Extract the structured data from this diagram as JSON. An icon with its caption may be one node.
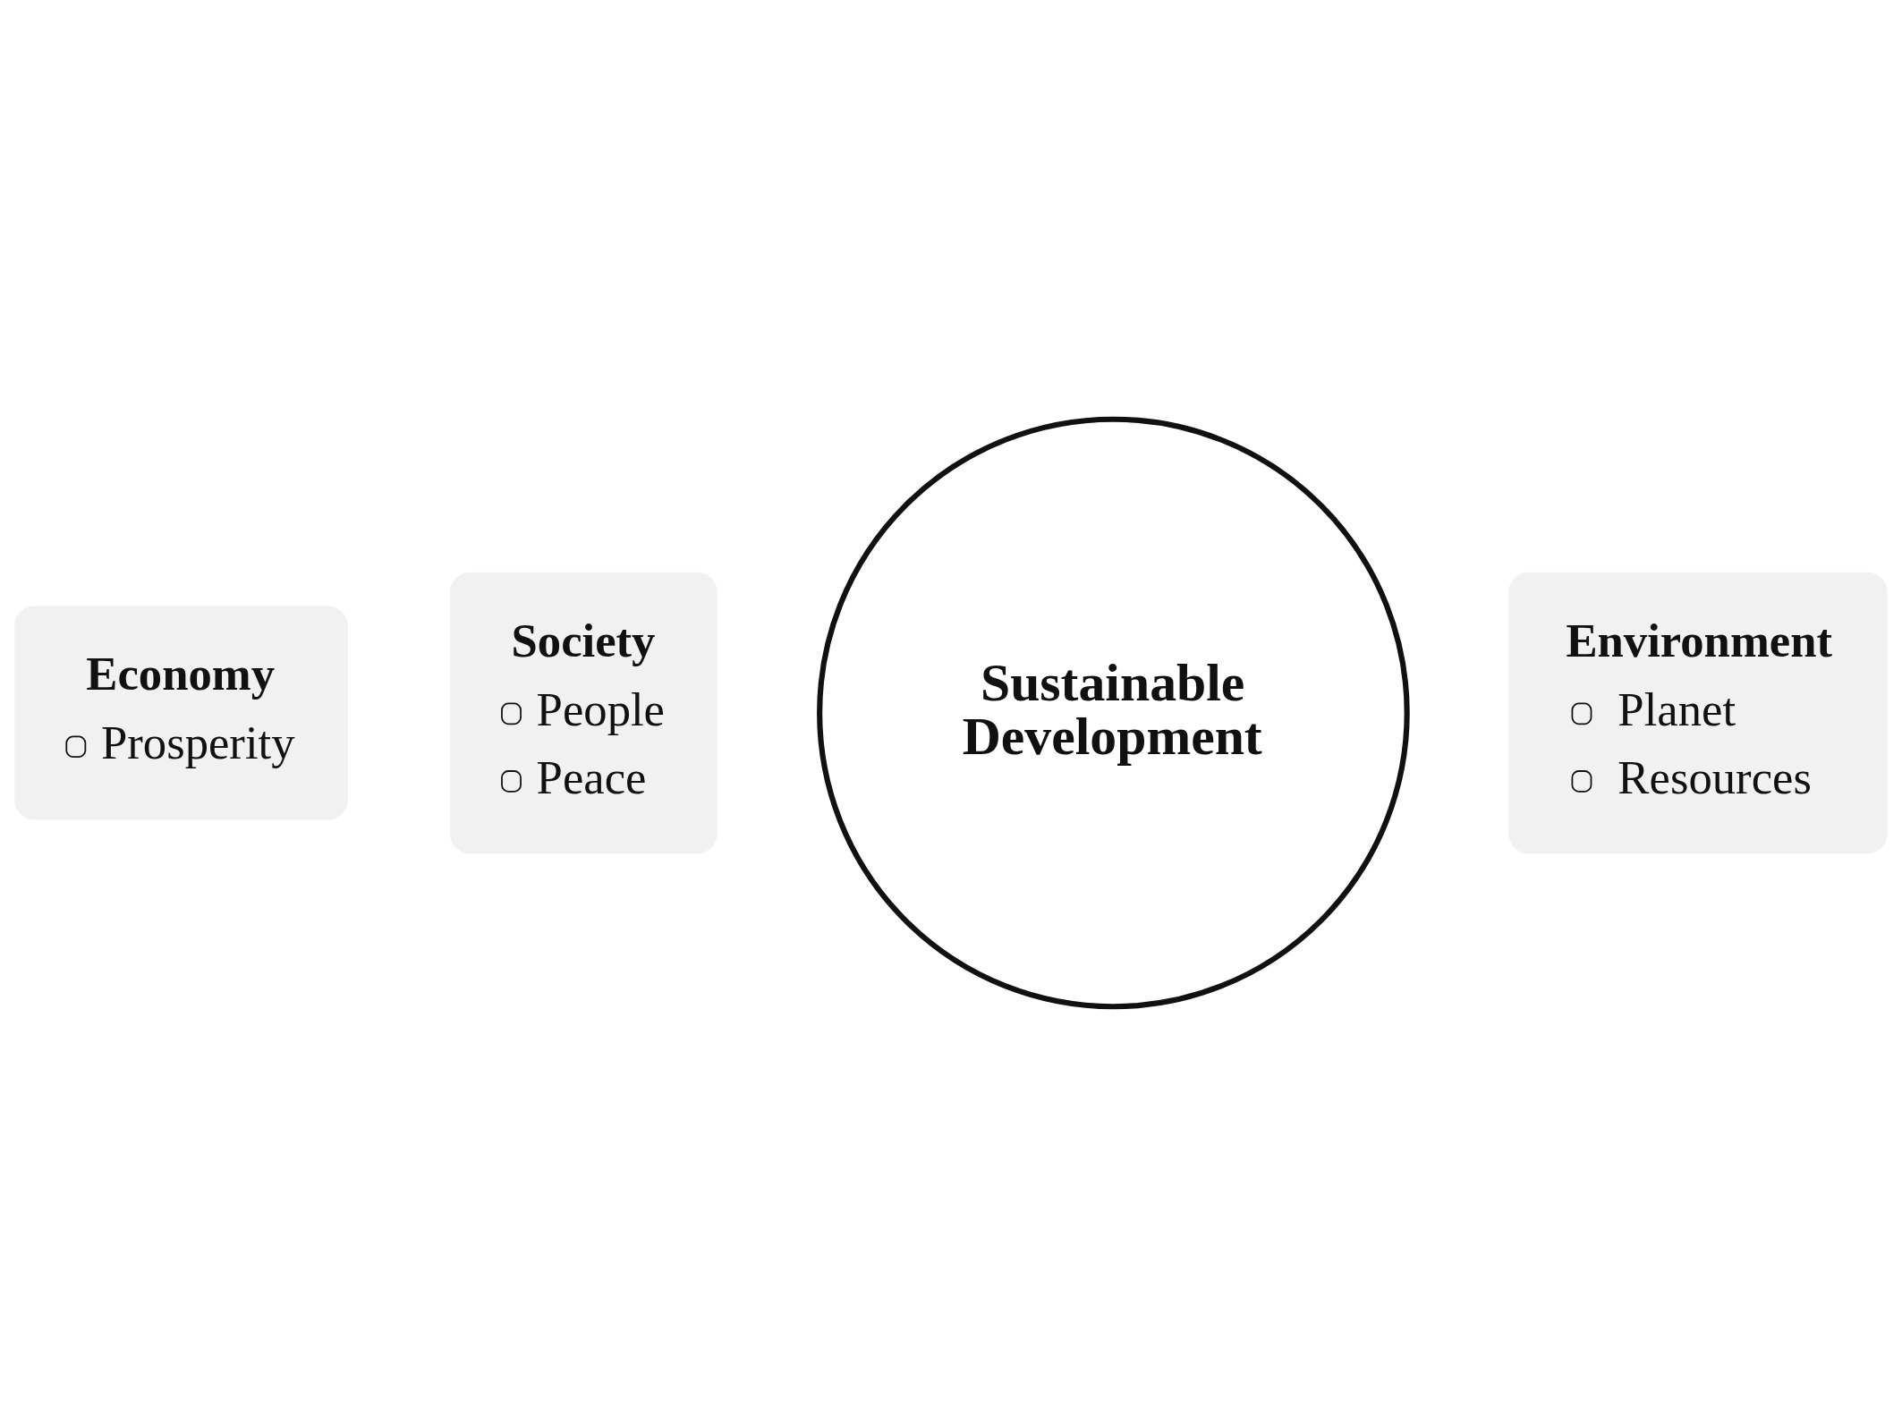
{
  "diagram": {
    "nodes": [
      {
        "text": [
          "Society",
          "People",
          "Peace"
        ]
      },
      {
        "text": [
          "Sustainable Development"
        ]
      },
      {
        "text": [
          "Environment",
          "Planet",
          "Resources"
        ]
      },
      {
        "text": [
          "Economy",
          "Prosperity"
        ]
      }
    ]
  }
}
